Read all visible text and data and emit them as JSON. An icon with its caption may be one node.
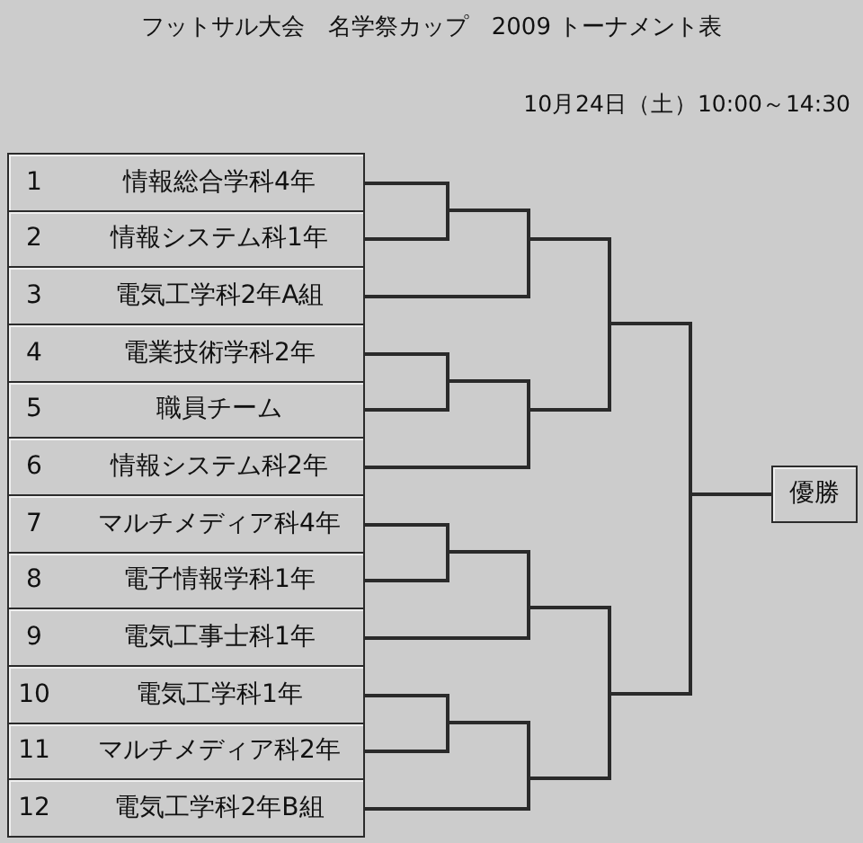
{
  "diagram": {
    "title": "フットサル大会　名学祭カップ　2009 トーナメント表",
    "nodes": [
      {
        "text": [
          "1",
          "情報総合学科4年"
        ]
      },
      {
        "text": [
          "2",
          "情報システム科1年"
        ]
      },
      {
        "text": [
          "3",
          "電気工学科2年A組"
        ]
      },
      {
        "text": [
          "4",
          "電業技術学科2年"
        ]
      },
      {
        "text": [
          "5",
          "職員チーム"
        ]
      },
      {
        "text": [
          "6",
          "情報システム科2年"
        ]
      },
      {
        "text": [
          "7",
          "マルチメディア科4年"
        ]
      },
      {
        "text": [
          "8",
          "電子情報学科1年"
        ]
      },
      {
        "text": [
          "9",
          "電気工事士科1年"
        ]
      },
      {
        "text": [
          "10",
          "電気工学科1年"
        ]
      },
      {
        "text": [
          "11",
          "マルチメディア科2年"
        ]
      },
      {
        "text": [
          "12",
          "電気工学科2年B組"
        ]
      },
      {
        "text": [
          "優勝"
        ]
      }
    ],
    "edges": [
      {
        "from": 0,
        "to": 12,
        "arrow": "none"
      },
      {
        "from": 1,
        "to": 12,
        "arrow": "none"
      },
      {
        "from": 2,
        "to": 12,
        "arrow": "none"
      },
      {
        "from": 3,
        "to": 12,
        "arrow": "none"
      },
      {
        "from": 4,
        "to": 12,
        "arrow": "none"
      },
      {
        "from": 5,
        "to": 12,
        "arrow": "none"
      },
      {
        "from": 6,
        "to": 12,
        "arrow": "none"
      },
      {
        "from": 7,
        "to": 12,
        "arrow": "none"
      },
      {
        "from": 8,
        "to": 12,
        "arrow": "none"
      },
      {
        "from": 9,
        "to": 12,
        "arrow": "none"
      },
      {
        "from": 10,
        "to": 12,
        "arrow": "none"
      },
      {
        "from": 11,
        "to": 12,
        "arrow": "none"
      }
    ],
    "labels": [
      "10月24日（土）10:00～14:30"
    ]
  }
}
